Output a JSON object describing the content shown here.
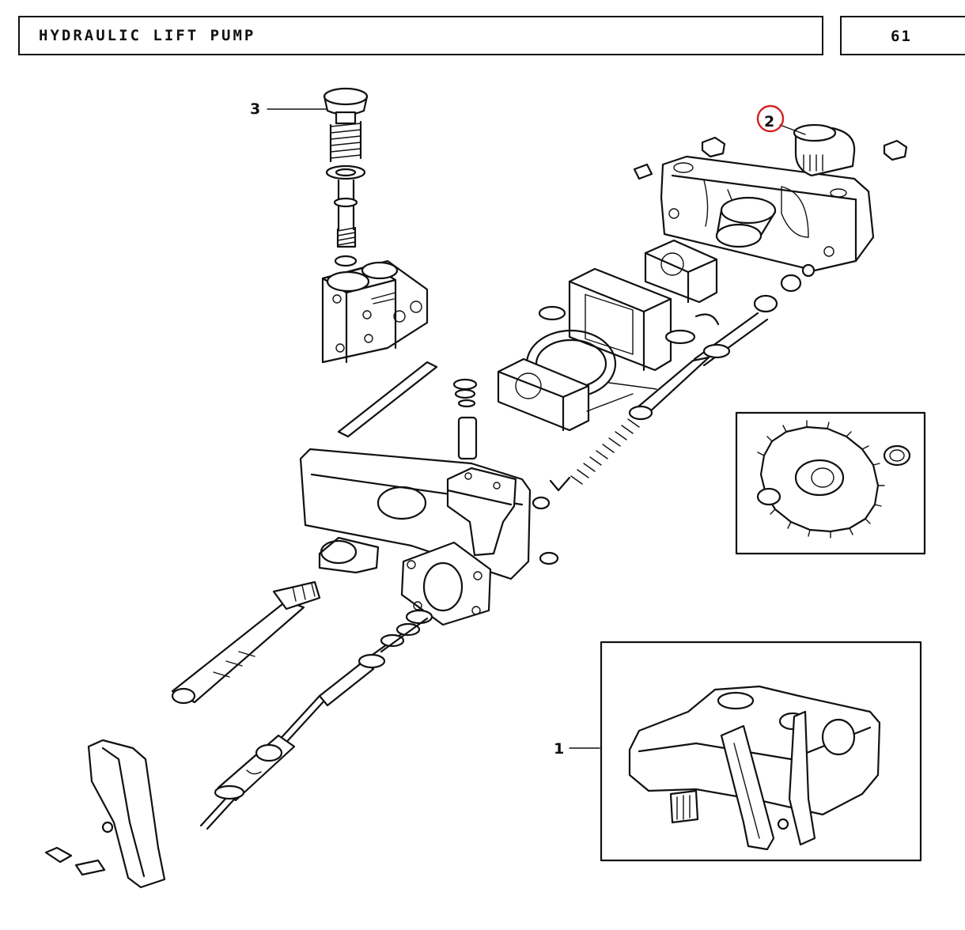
{
  "header": {
    "title": "HYDRAULIC LIFT PUMP",
    "page_number": "61"
  },
  "callouts": {
    "part_1": "1",
    "part_2": "2",
    "part_3": "3"
  },
  "colors": {
    "ink": "#111111",
    "highlight_ring": "#d42020"
  }
}
